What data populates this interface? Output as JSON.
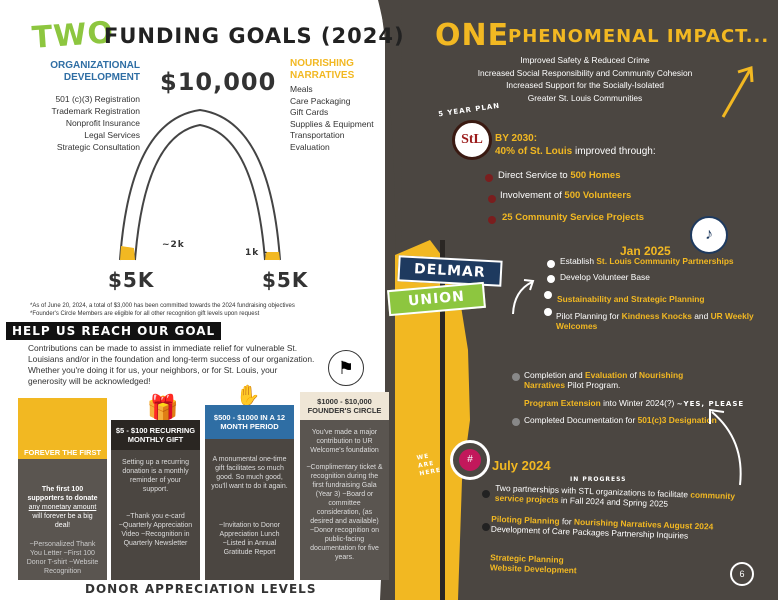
{
  "header": {
    "two": "TWO",
    "funding_goals": "FUNDING GOALS (2024)",
    "one": "ONE",
    "impact": "PHENOMENAL IMPACT..."
  },
  "org_dev": {
    "title_line1": "ORGANIZATIONAL",
    "title_line2": "DEVELOPMENT",
    "items": [
      "501 (c)(3) Registration",
      "Trademark Registration",
      "Nonprofit Insurance",
      "Legal Services",
      "Strategic Consultation"
    ]
  },
  "nourishing": {
    "title_line1": "NOURISHING",
    "title_line2": "NARRATIVES",
    "items": [
      "Meals",
      "Care Packaging",
      "Gift Cards",
      "Supplies & Equipment",
      "Transportation",
      "Evaluation"
    ]
  },
  "arch": {
    "total": "$10,000",
    "left_goal": "$5K",
    "right_goal": "$5K",
    "left_note": "~2k",
    "right_note": "1k -"
  },
  "notes": {
    "note1": "*As of June 20, 2024, a total of $3,000 has been committed towards the 2024 fundraising objectives",
    "note2": "*Founder's Circle Members are eligible for all other recognition gift levels upon request"
  },
  "help": {
    "title": "HELP US REACH OUR GOAL",
    "body": "Contributions can be made to assist in immediate relief for vulnerable St. Louisians and/or in the foundation and long-term success of our organization. Whether you're doing it for us, your neighbors, or for St. Louis, your generosity will be acknowledged!"
  },
  "cards": [
    {
      "title": "FOREVER THE FIRST",
      "body_bold": "The first 100 supporters to donate",
      "body_underline": "any monetary amount",
      "body_rest": "will forever be a big deal!",
      "perks": "~Personalized Thank You Letter ~First 100 Donor T-shirt ~Website Recognition"
    },
    {
      "title": "$5 - $100 RECURRING MONTHLY GIFT",
      "body": "Setting up a recurring donation is a monthly reminder of your support.",
      "perks": "~Thank you e-card ~Quarterly Appreciation Video ~Recognition in Quarterly Newsletter"
    },
    {
      "title": "$500 - $1000 IN A 12 MONTH PERIOD",
      "body": "A monumental one-time gift facilitates so much good. So much good, you'll want to do it again.",
      "perks": "~Invitation to Donor Appreciation Lunch ~Listed in Annual Gratitude Report"
    },
    {
      "title": "$1000 - $10,000 FOUNDER'S CIRCLE",
      "body": "You've made a major contribution to UR Welcome's foundation",
      "perks": "~Complimentary ticket & recognition during the first fundraising Gala (Year 3) ~Board or committee consideration, (as desired and available) ~Donor recognition on public-facing documentation for five years."
    }
  ],
  "donor_levels": "DONOR APPRECIATION LEVELS",
  "impact_list": [
    "Improved Safety & Reduced Crime",
    "Increased Social Responsibility and Community Cohesion",
    "Increased Support for the Socially-Isolated",
    "Greater St. Louis Communities"
  ],
  "plan": {
    "label": "5 YEAR PLAN",
    "by": "BY 2030:",
    "pct": "40% of St. Louis",
    "improved": " improved through:",
    "items": [
      {
        "pre": "Direct Service to ",
        "hl": "500 Homes"
      },
      {
        "pre": "Involvement of ",
        "hl": "500 Volunteers"
      },
      {
        "pre": "",
        "hl": "25 Community Service Projects"
      }
    ]
  },
  "sign": {
    "top": "DELMAR",
    "bottom": "UNION"
  },
  "jan": {
    "title": "Jan 2025",
    "items": [
      {
        "pre": "Establish ",
        "hl": "St. Louis Community Partnerships",
        "post": ""
      },
      {
        "pre": "Develop Volunteer Base",
        "hl": "",
        "post": ""
      },
      {
        "pre": "",
        "hl": "Sustainability and Strategic Planning",
        "post": ""
      },
      {
        "pre": "Pilot Planning for ",
        "hl": "Kindness Knocks",
        "post": " and ",
        "hl2": "UR Weekly Welcomes"
      }
    ]
  },
  "mid": {
    "items": [
      {
        "pre": "Completion and ",
        "hl": "Evaluation",
        "mid": " of ",
        "hl2": "Nourishing Narratives",
        "post": " Pilot Program."
      },
      {
        "pre": "",
        "hl": "Program Extension",
        "mid": " into Winter 2024(?) ",
        "hl2": "",
        "post": "~YES, PLEASE"
      },
      {
        "pre": "Completed Documentation for ",
        "hl": "501(c)3 Designation",
        "mid": "",
        "hl2": "",
        "post": ""
      }
    ]
  },
  "july": {
    "here": "WE ARE HERE",
    "title": "July  2024",
    "sub": "IN PROGRESS",
    "items": [
      {
        "pre": "Two partnerships with STL organizations to facilitate ",
        "hl": "community service projects",
        "post": " in Fall 2024 and Spring 2025"
      },
      {
        "pre": "",
        "hl": "Piloting Planning",
        "post": " for ",
        "hl2": "Nourishing Narratives August 2024",
        "post2": " Development of Care Packages Partnership Inquiries"
      },
      {
        "pre": "",
        "hl": "Strategic Planning Website Development",
        "post": ""
      }
    ]
  },
  "page_number": "6"
}
